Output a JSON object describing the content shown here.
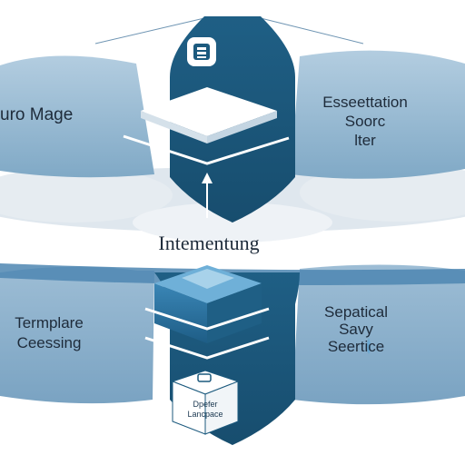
{
  "diagram": {
    "top_left_label": "uro Mage",
    "top_right_label": [
      "Esseettation",
      "Soorc",
      "lter"
    ],
    "center_label": "Intementung",
    "bottom_left_label": [
      "Termplare",
      "Ceessing"
    ],
    "bottom_right_label": [
      "Sepatical",
      "Savy",
      "Seertice"
    ],
    "bottom_box_label": [
      "Dpefer",
      "Lancpace"
    ]
  },
  "colors": {
    "hexagon": "#1c5a7e",
    "platform": "#ffffff",
    "pad_blue": "#8cb4d0",
    "cloud": "#dfe7ee",
    "accent_icon": "#1c5a7e"
  },
  "icons": [
    "database-icon",
    "arrow-up-icon",
    "cube-icon",
    "document-icon"
  ]
}
